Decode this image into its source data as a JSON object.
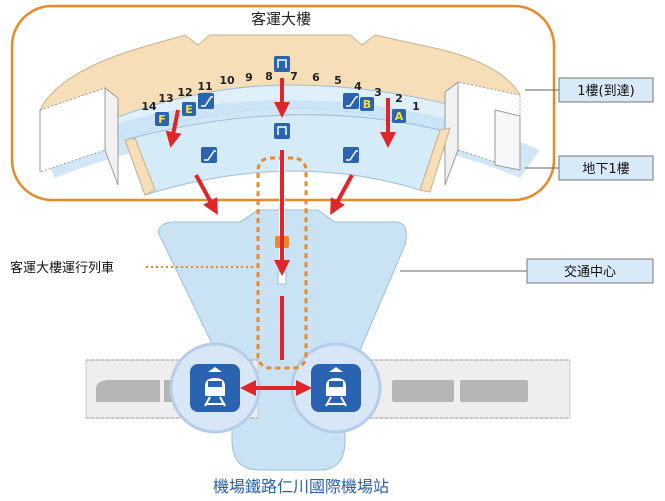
{
  "title": "客運大樓",
  "station_name": "機場鐵路仁川國際機場站",
  "callouts": {
    "floor1": "1樓(到達)",
    "basement1": "地下1樓",
    "shuttle": "客運大樓運行列車",
    "transport_center": "交通中心"
  },
  "gates": [
    "14",
    "13",
    "12",
    "11",
    "10",
    "9",
    "8",
    "7",
    "6",
    "5",
    "4",
    "3",
    "2",
    "1"
  ],
  "exits": [
    "F",
    "E",
    "B",
    "A"
  ],
  "colors": {
    "terminal_roof": "#f6dfb8",
    "floor_blue": "#c9e3f5",
    "border_orange": "#e8892a",
    "arrow_red": "#e0262a",
    "icon_blue": "#2a63b0",
    "exit_yellow": "#f4e13a",
    "station_text": "#2a5fae"
  },
  "icons": [
    "escalator-icon",
    "elevator-icon",
    "train-icon"
  ]
}
